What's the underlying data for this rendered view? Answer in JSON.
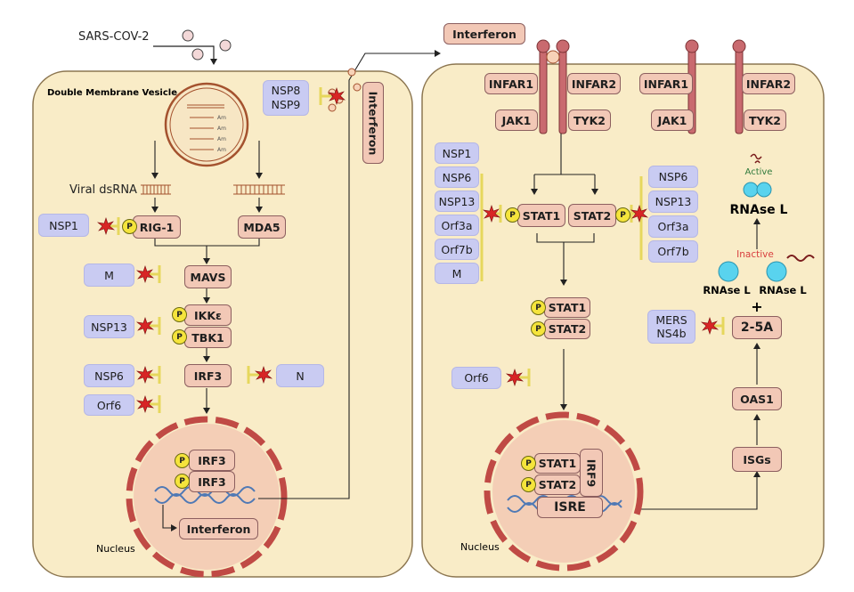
{
  "virus": "SARS-COV-2",
  "left_cell": {
    "dmv_label": "Double Membrane Vesicle",
    "viral_dsrna": "Viral dsRNA",
    "rig1": "RIG-1",
    "mda5": "MDA5",
    "mavs": "MAVS",
    "ikke": "IKKε",
    "tbk1": "TBK1",
    "irf3": "IRF3",
    "nucleus_irf3_a": "IRF3",
    "nucleus_irf3_b": "IRF3",
    "nucleus_interferon": "Interferon",
    "nucleus_label": "Nucleus",
    "inhibitors": {
      "nsp1": "NSP1",
      "m": "M",
      "nsp13": "NSP13",
      "nsp6": "NSP6",
      "orf6": "Orf6",
      "n": "N",
      "nsp8": "NSP8",
      "nsp9": "NSP9"
    },
    "secreted_interferon": "Interferon",
    "rna_labels": [
      "Am",
      "Am",
      "Am",
      "Am"
    ]
  },
  "right_cell": {
    "interferon_label": "Interferon",
    "infar1_a": "INFAR1",
    "infar2_a": "INFAR2",
    "infar1_b": "INFAR1",
    "infar2_b": "INFAR2",
    "jak1_a": "JAK1",
    "tyk2_a": "TYK2",
    "jak1_b": "JAK1",
    "tyk2_b": "TYK2",
    "stat1": "STAT1",
    "stat2": "STAT2",
    "stat1_dimer": "STAT1",
    "stat2_dimer": "STAT2",
    "nucleus_stat1": "STAT1",
    "nucleus_stat2": "STAT2",
    "irf9": "IRF9",
    "isre": "ISRE",
    "isgs": "ISGs",
    "oas1": "OAS1",
    "two_5a": "2-5A",
    "plus": "+",
    "rnase_l_left": "RNAse L",
    "rnase_l_right": "RNAse L",
    "inactive": "Inactive",
    "active": "Active",
    "rnase_l_active": "RNAse L",
    "nucleus_label": "Nucleus",
    "left_inhibitors": [
      "NSP1",
      "NSP6",
      "NSP13",
      "Orf3a",
      "Orf7b",
      "M"
    ],
    "right_inhibitors": [
      "NSP6",
      "NSP13",
      "Orf3a",
      "Orf7b"
    ],
    "orf6": "Orf6",
    "mers_a": "MERS",
    "mers_b": "NS4b"
  },
  "phospho": "P",
  "colors": {
    "cell_fill": "#f9ecc7",
    "cell_border": "#8c7650",
    "protein_fill": "#f2c8b6",
    "protein_border": "#8c5f5f",
    "inhibitor_fill": "#c9cbf2",
    "nucleus_fill": "#f4ceb6",
    "envelope": "#c04a45",
    "receptor": "#c96a6f",
    "dna": "#4f79b5",
    "rnase": "#59d3ee",
    "inhibit_bar": "#e6d75c",
    "star": "#d82525",
    "inactive_text": "#d84040",
    "active_text": "#2f7a3c"
  }
}
